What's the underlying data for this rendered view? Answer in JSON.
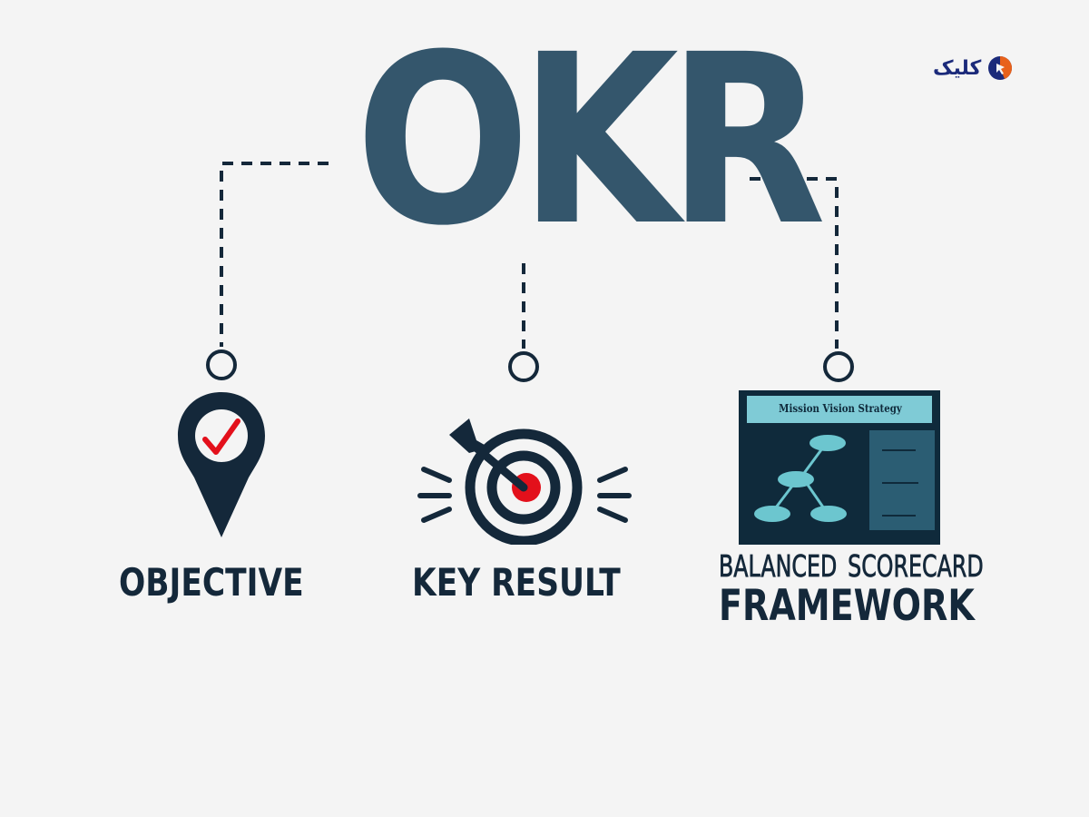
{
  "title": "OKR",
  "logo": {
    "text": "کلیک",
    "icon": "click-logo-icon",
    "colors": {
      "text": "#1b2a7a",
      "accent": "#e8611a"
    }
  },
  "branches": [
    {
      "id": "objective",
      "label": "OBJECTIVE",
      "icon": "map-pin-check-icon"
    },
    {
      "id": "key-result",
      "label": "KEY RESULT",
      "icon": "target-arrow-icon"
    },
    {
      "id": "framework",
      "label_line1": "BALANCED  SCORECARD",
      "label_line2": "FRAMEWORK",
      "icon": "scorecard-board-icon"
    }
  ],
  "scorecard_board": {
    "header": "Mission Vision Strategy",
    "nodes": 4,
    "list_lines": 3
  },
  "colors": {
    "background": "#f4f4f4",
    "title": "#34566c",
    "dark": "#14283a",
    "accent_red": "#e3101b",
    "board_bg": "#0f2a3b",
    "board_header": "#7fcbd6",
    "board_panel": "#2b5d73",
    "node": "#6cc6cf"
  }
}
